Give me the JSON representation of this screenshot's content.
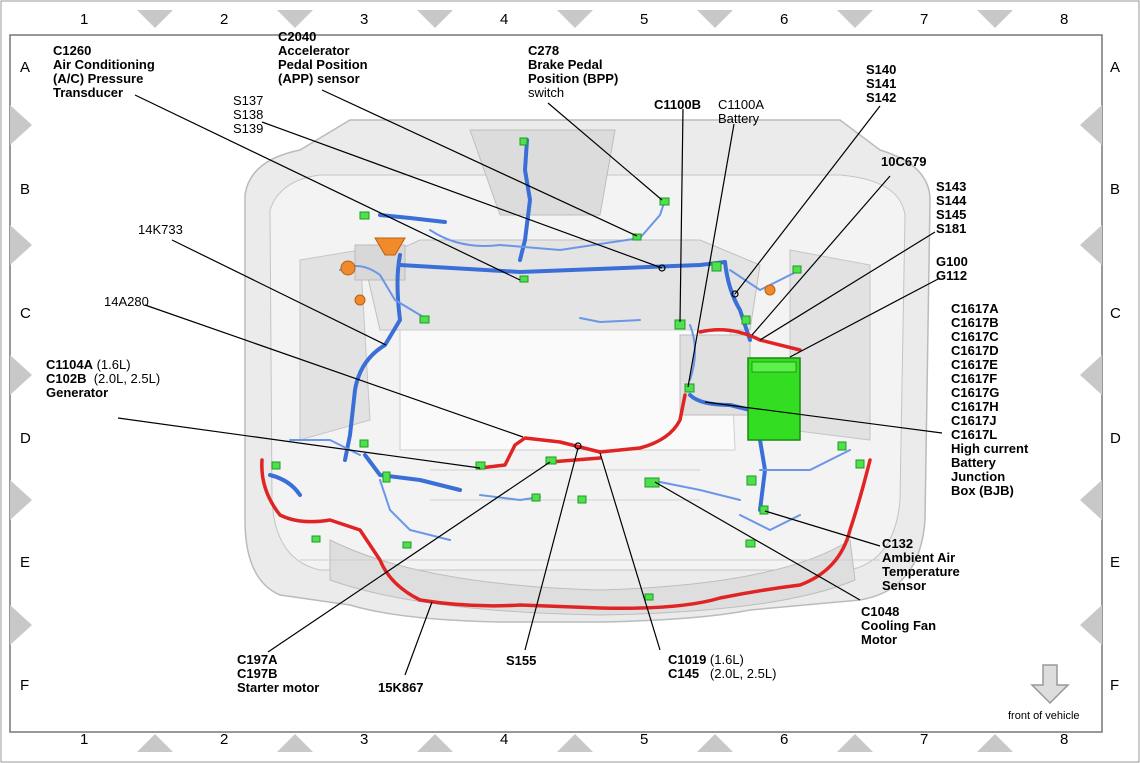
{
  "grid": {
    "columns": [
      "1",
      "2",
      "3",
      "4",
      "5",
      "6",
      "7",
      "8"
    ],
    "rows": [
      "A",
      "B",
      "C",
      "D",
      "E",
      "F"
    ]
  },
  "labels": {
    "c1260": {
      "id": "C1260",
      "desc": "Air Conditioning\n(A/C) Pressure\nTransducer"
    },
    "c2040": {
      "id": "C2040",
      "desc": "Accelerator\nPedal Position\n(APP) sensor"
    },
    "c278": {
      "id": "C278",
      "desc": "Brake Pedal\nPosition (BPP)",
      "desc2": "switch"
    },
    "s137": {
      "text": "S137\nS138\nS139"
    },
    "c1100b": {
      "text": "C1100B"
    },
    "c1100a": {
      "text": "C1100A\nBattery"
    },
    "s140": {
      "text": "S140\nS141\nS142"
    },
    "c10c679": {
      "text": "10C679"
    },
    "s143": {
      "text": "S143\nS144\nS145\nS181"
    },
    "g100": {
      "text": "G100\nG112"
    },
    "c1617": {
      "ids": "C1617A\nC1617B\nC1617C\nC1617D\nC1617E\nC1617F\nC1617G\nC1617H\nC1617J\nC1617L",
      "desc": "High current\nBattery\nJunction\nBox (BJB)"
    },
    "k14k733": {
      "text": "14K733"
    },
    "a14a280": {
      "text": "14A280"
    },
    "c1104": {
      "line1a": "C1104A",
      "line1b": " (1.6L)",
      "line2a": "C102B",
      "line2b": "  (2.0L, 2.5L)",
      "desc": "Generator"
    },
    "c132": {
      "id": "C132",
      "desc": "Ambient Air\nTemperature\nSensor"
    },
    "c1048": {
      "id": "C1048",
      "desc": "Cooling Fan\nMotor"
    },
    "c197": {
      "text": "C197A\nC197B\nStarter motor"
    },
    "k15k867": {
      "text": "15K867"
    },
    "s155": {
      "text": "S155"
    },
    "c1019": {
      "line1a": "C1019",
      "line1b": " (1.6L)",
      "line2a": "C145",
      "line2b": "   (2.0L, 2.5L)"
    }
  },
  "front_note": "front of vehicle",
  "colors": {
    "harness_blue": "#3a6fd8",
    "harness_red": "#e02424",
    "connector_green": "#4ee04e",
    "bjb_green": "#33dd22",
    "connector_orange": "#f08a2a"
  }
}
